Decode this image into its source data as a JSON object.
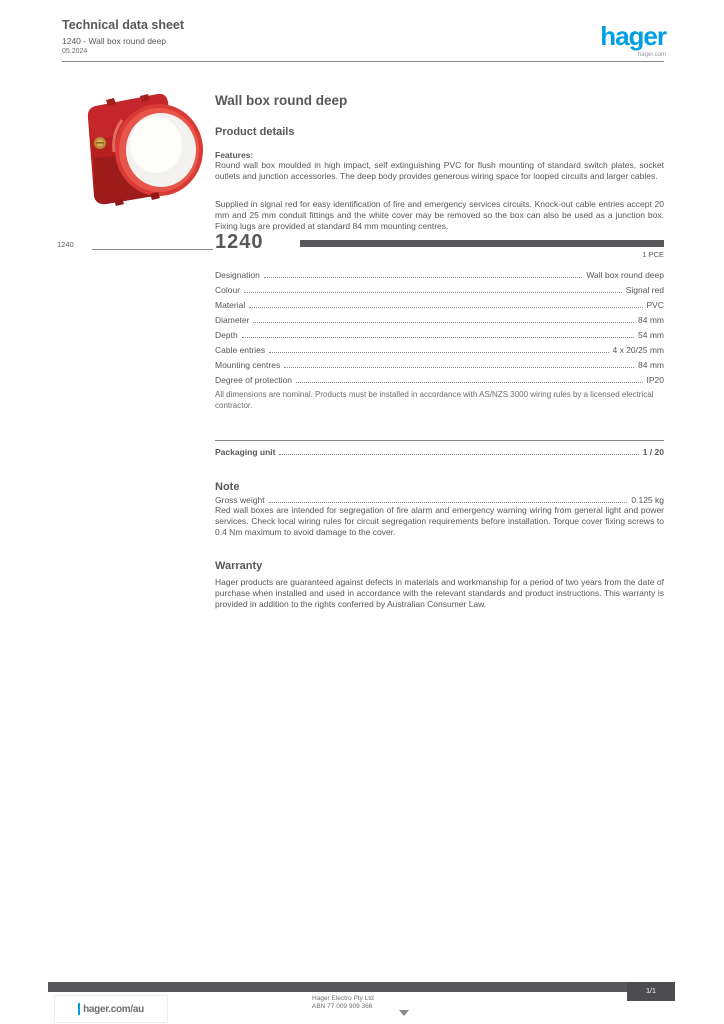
{
  "header": {
    "title": "Technical data sheet",
    "subtitle": "1240 - Wall box round deep",
    "date": "05.2024",
    "logo_text": "hager",
    "logo_sub": "hager.com"
  },
  "product": {
    "name": "Wall box round deep",
    "details_label": "Product details",
    "features_label": "Features:",
    "description_p1": "Round wall box moulded in high impact, self extinguishing PVC for flush mounting of standard switch plates, socket outlets and junction accessories. The deep body provides generous wiring space for looped circuits and larger cables.",
    "description_p2": "Supplied in signal red for easy identification of fire and emergency services circuits. Knock-out cable entries accept 20 mm and 25 mm conduit fittings and the white cover may be removed so the box can also be used as a junction box. Fixing lugs are provided at standard 84 mm mounting centres."
  },
  "reference": {
    "margin_code": "1240",
    "code": "1240",
    "unit": "1 PCE"
  },
  "characteristics": {
    "rows": [
      {
        "label": "Designation",
        "value": "Wall box round deep"
      },
      {
        "label": "Colour",
        "value": "Signal red"
      },
      {
        "label": "Material",
        "value": "PVC"
      },
      {
        "label": "Diameter",
        "value": "84 mm"
      },
      {
        "label": "Depth",
        "value": "54 mm"
      },
      {
        "label": "Cable entries",
        "value": "4 x 20/25 mm"
      },
      {
        "label": "Mounting centres",
        "value": "84 mm"
      },
      {
        "label": "Degree of protection",
        "value": "IP20"
      }
    ],
    "remark": "All dimensions are nominal. Products must be installed in accordance with AS/NZS 3000 wiring rules by a licensed electrical contractor."
  },
  "dimensions_row": {
    "label": "Packaging unit",
    "value": "1 / 20"
  },
  "note_section": {
    "title": "Note",
    "row_label": "Gross weight",
    "row_value": "0.125 kg",
    "text": "Red wall boxes are intended for segregation of fire alarm and emergency warning wiring from general light and power services. Check local wiring rules for circuit segregation requirements before installation. Torque cover fixing screws to 0.4 Nm maximum to avoid damage to the cover."
  },
  "warranty_section": {
    "title": "Warranty",
    "text": "Hager products are guaranteed against defects in materials and workmanship for a period of two years from the date of purchase when installed and used in accordance with the relevant standards and product instructions. This warranty is provided in addition to the rights conferred by Australian Consumer Law."
  },
  "footer": {
    "site": "hager.com/au",
    "org_line1": "Hager Electro Pty Ltd",
    "org_line2": "ABN 77 009 909 366",
    "page_label": "1/1"
  },
  "colors": {
    "accent": "#009FE3",
    "text": "#58585A",
    "product_red": "#C5262C"
  }
}
